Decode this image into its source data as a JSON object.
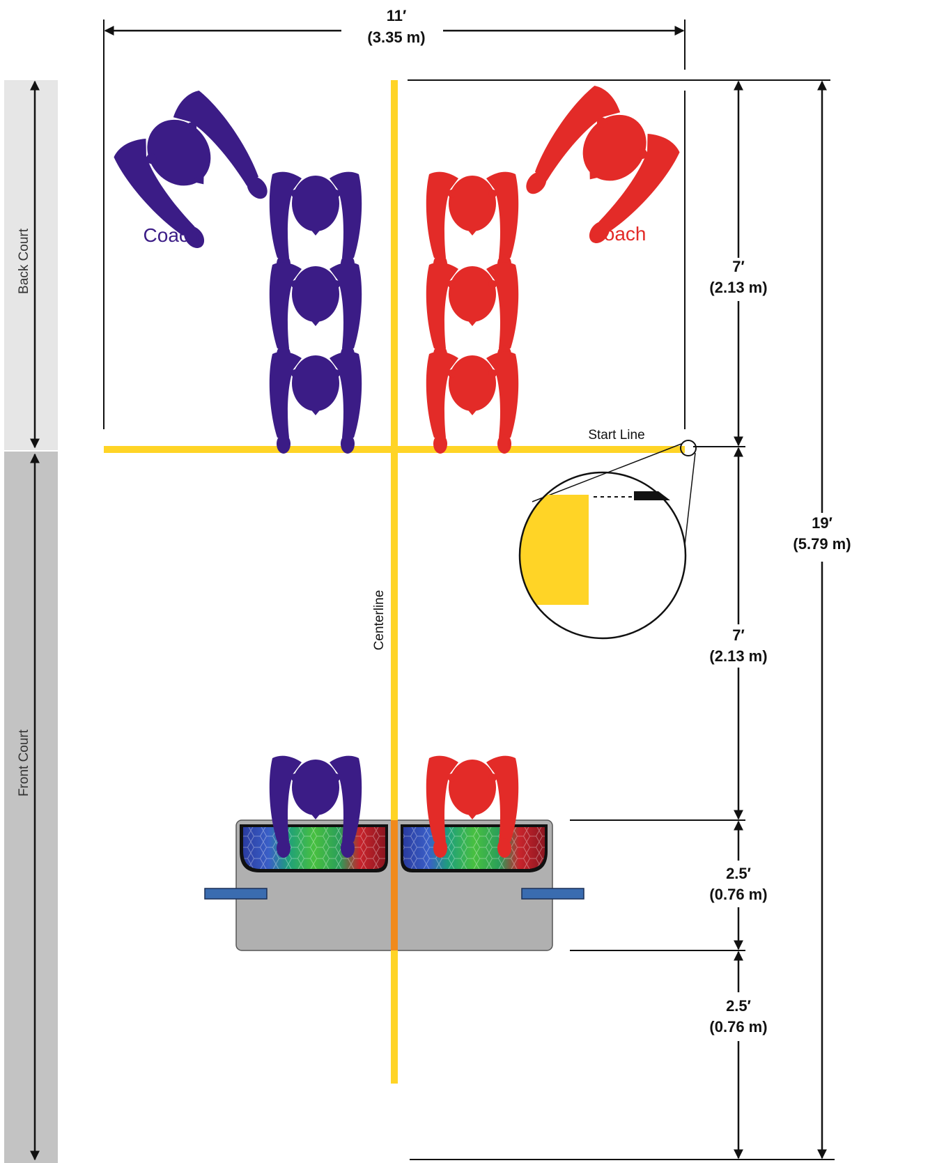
{
  "colors": {
    "purple_team": "#3b1c86",
    "red_team": "#e32b28",
    "court_line": "#ffd426",
    "back_court_band": "#e6e6e6",
    "front_court_band": "#c3c3c3",
    "table": "#b0b0b0",
    "table_handles": "#3a6cb0",
    "table_center_stripe": "#f08a1c"
  },
  "icons": {
    "player": "top-down-person-icon",
    "table": "game-table-icon",
    "magnifier": "zoom-circle-icon"
  },
  "dimensions": {
    "width_ft": "11′",
    "width_m": "(3.35 m)",
    "total_length_ft": "19′",
    "total_length_m": "(5.79 m)",
    "back_court_ft": "7′",
    "back_court_m": "(2.13 m)",
    "mid_court_ft": "7′",
    "mid_court_m": "(2.13 m)",
    "table_depth_ft": "2.5′",
    "table_depth_m": "(0.76 m)",
    "table_rear_ft": "2.5′",
    "table_rear_m": "(0.76 m)"
  },
  "labels": {
    "back_court": "Back Court",
    "front_court": "Front Court",
    "start_line": "Start Line",
    "centerline": "Centerline",
    "coach_left": "Coach",
    "coach_right": "Coach"
  }
}
